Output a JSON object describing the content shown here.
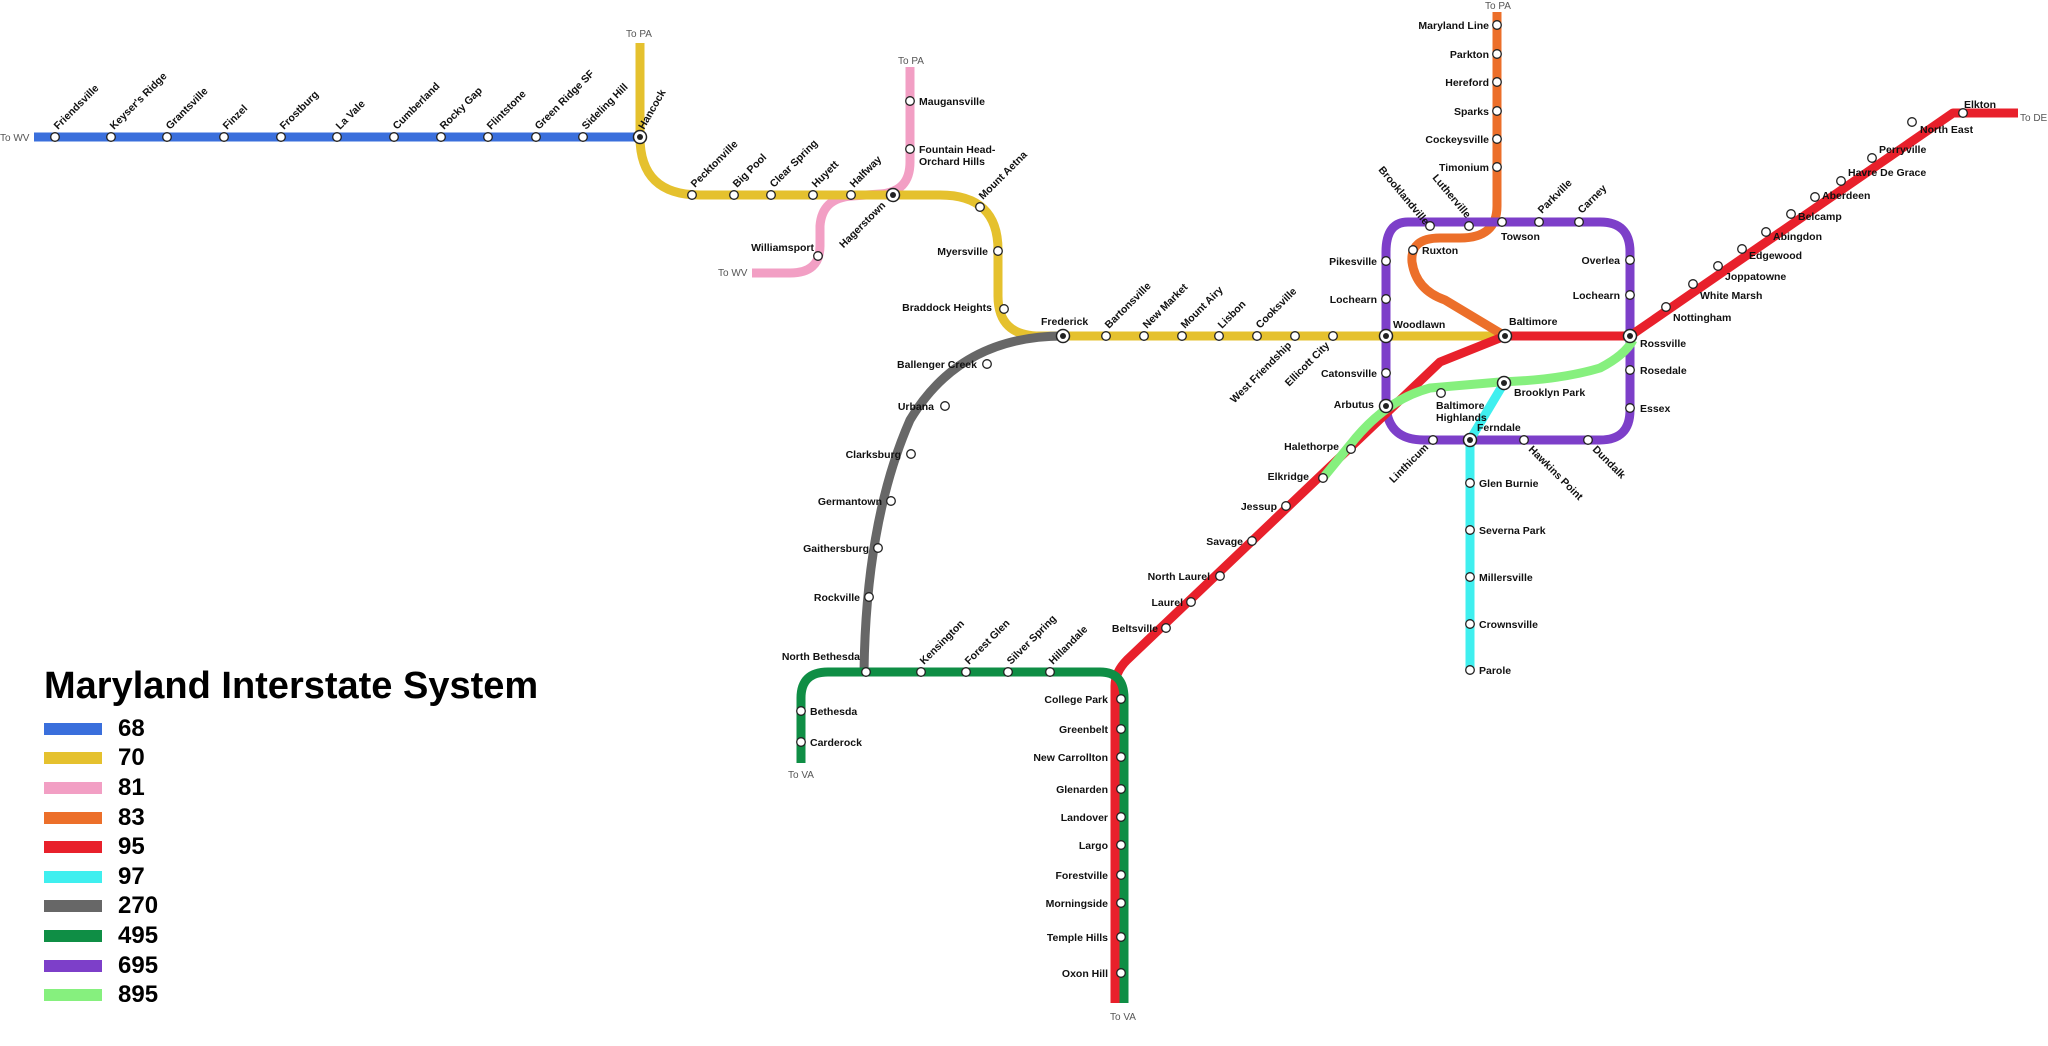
{
  "legend": {
    "title": "Maryland Interstate System",
    "items": [
      {
        "route": "68",
        "color": "#3a6fdc"
      },
      {
        "route": "70",
        "color": "#e5c12e"
      },
      {
        "route": "81",
        "color": "#f29fc4"
      },
      {
        "route": "83",
        "color": "#ec6f2a"
      },
      {
        "route": "95",
        "color": "#e8202b"
      },
      {
        "route": "97",
        "color": "#3fefef"
      },
      {
        "route": "270",
        "color": "#676767"
      },
      {
        "route": "495",
        "color": "#0f8e45"
      },
      {
        "route": "695",
        "color": "#7d3fc9"
      },
      {
        "route": "895",
        "color": "#86f07e"
      }
    ]
  },
  "termini": {
    "i68_west": "To WV",
    "i70_north": "To PA",
    "i81_north": "To PA",
    "i81_south": "To WV",
    "i83_north": "To PA",
    "i95_north": "To DE",
    "i95_south": "To VA",
    "i495_west": "To VA"
  },
  "stations": {
    "friendsville": "Friendsville",
    "keysers_ridge": "Keyser's Ridge",
    "grantsville": "Grantsville",
    "finzel": "Finzel",
    "frostburg": "Frostburg",
    "la_vale": "La Vale",
    "cumberland": "Cumberland",
    "rocky_gap": "Rocky Gap",
    "flintstone": "Flintstone",
    "green_ridge_sf": "Green Ridge SF",
    "sideling_hill": "Sideling Hill",
    "hancock": "Hancock",
    "pecktonville": "Pecktonville",
    "big_pool": "Big Pool",
    "clear_spring": "Clear Spring",
    "huyett": "Huyett",
    "halfway": "Halfway",
    "hagerstown": "Hagerstown",
    "mount_aetna": "Mount Aetna",
    "maugansville": "Maugansville",
    "fountain_head_1": "Fountain Head-",
    "fountain_head_2": "Orchard Hills",
    "williamsport": "Williamsport",
    "myersville": "Myersville",
    "braddock_heights": "Braddock Heights",
    "frederick": "Frederick",
    "bartonsville": "Bartonsville",
    "new_market": "New Market",
    "mount_airy": "Mount Airy",
    "lisbon": "Lisbon",
    "cooksville": "Cooksville",
    "west_friendship": "West Friendship",
    "ellicott_city": "Ellicott City",
    "ballenger_creek": "Ballenger Creek",
    "urbana": "Urbana",
    "clarksburg": "Clarksburg",
    "germantown": "Germantown",
    "gaithersburg": "Gaithersburg",
    "rockville": "Rockville",
    "north_bethesda": "North Bethesda",
    "bethesda": "Bethesda",
    "carderock": "Carderock",
    "kensington": "Kensington",
    "forest_glen": "Forest Glen",
    "silver_spring": "Silver Spring",
    "hillandale": "Hillandale",
    "college_park": "College Park",
    "greenbelt": "Greenbelt",
    "new_carrollton": "New Carrollton",
    "glenarden": "Glenarden",
    "landover": "Landover",
    "largo": "Largo",
    "forestville": "Forestville",
    "morningside": "Morningside",
    "temple_hills": "Temple Hills",
    "oxon_hill": "Oxon Hill",
    "beltsville": "Beltsville",
    "laurel": "Laurel",
    "north_laurel": "North Laurel",
    "savage": "Savage",
    "jessup": "Jessup",
    "elkridge": "Elkridge",
    "halethorpe": "Halethorpe",
    "arbutus": "Arbutus",
    "catonsville": "Catonsville",
    "woodlawn": "Woodlawn",
    "lochearn_w": "Lochearn",
    "pikesville": "Pikesville",
    "brooklandville": "Brooklandville",
    "lutherville": "Lutherville",
    "ruxton": "Ruxton",
    "towson": "Towson",
    "parkville": "Parkville",
    "carney": "Carney",
    "overlea": "Overlea",
    "lochearn_e": "Lochearn",
    "rossville": "Rossville",
    "rosedale": "Rosedale",
    "essex": "Essex",
    "dundalk": "Dundalk",
    "hawkins_point": "Hawkins Point",
    "ferndale": "Ferndale",
    "linthicum": "Linthicum",
    "baltimore_highlands_1": "Baltimore",
    "baltimore_highlands_2": "Highlands",
    "brooklyn_park": "Brooklyn Park",
    "baltimore": "Baltimore",
    "glen_burnie": "Glen Burnie",
    "severna_park": "Severna Park",
    "millersville": "Millersville",
    "crownsville": "Crownsville",
    "parole": "Parole",
    "maryland_line": "Maryland Line",
    "parkton": "Parkton",
    "hereford": "Hereford",
    "sparks": "Sparks",
    "cockeysville": "Cockeysville",
    "timonium": "Timonium",
    "nottingham": "Nottingham",
    "white_marsh": "White Marsh",
    "joppatowne": "Joppatowne",
    "edgewood": "Edgewood",
    "abingdon": "Abingdon",
    "belcamp": "Belcamp",
    "aberdeen": "Aberdeen",
    "havre_de_grace": "Havre De Grace",
    "perryville": "Perryville",
    "north_east": "North East",
    "elkton": "Elkton"
  }
}
